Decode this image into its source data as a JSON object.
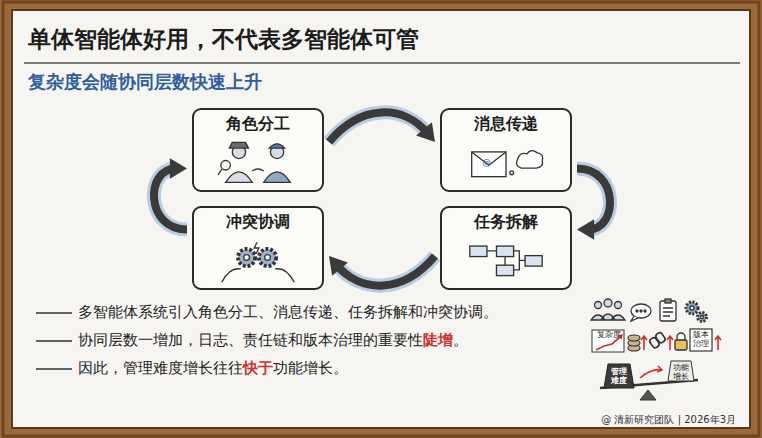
{
  "diagram": {
    "title": "单体智能体好用，不代表多智能体可管",
    "caption": "@ 清新研究团队 | 2026年3月",
    "nodes": [
      {
        "text": [
          "角色分工"
        ]
      },
      {
        "text": [
          "消息传递"
        ]
      },
      {
        "text": [
          "任务拆解"
        ]
      },
      {
        "text": [
          "冲突协调"
        ]
      }
    ],
    "edges": [
      {
        "from": 0,
        "to": 1,
        "arrow": "to"
      },
      {
        "from": 1,
        "to": 2,
        "arrow": "to"
      },
      {
        "from": 2,
        "to": 3,
        "arrow": "to"
      },
      {
        "from": 3,
        "to": 0,
        "arrow": "to"
      }
    ],
    "labels": [
      "复杂度会随协同层数快速上升",
      "多智能体系统引入角色分工、消息传递、任务拆解和冲突协调。",
      "协同层数一增加，日志、责任链和版本治理的重要性",
      "陡增",
      "。",
      "因此，管理难度增长往往",
      "快于",
      "功能增长。",
      "复杂度",
      "版本治理",
      "管理难度",
      "功能增长"
    ]
  }
}
